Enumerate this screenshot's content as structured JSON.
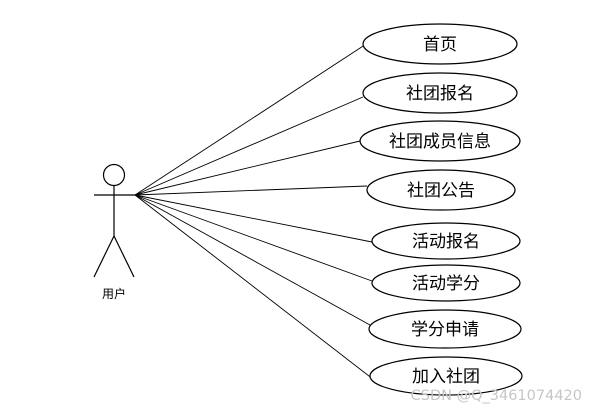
{
  "actor": {
    "label": "用户"
  },
  "use_cases": [
    {
      "label": "首页"
    },
    {
      "label": "社团报名"
    },
    {
      "label": "社团成员信息"
    },
    {
      "label": "社团公告"
    },
    {
      "label": "活动报名"
    },
    {
      "label": "活动学分"
    },
    {
      "label": "学分申请"
    },
    {
      "label": "加入社团"
    }
  ],
  "watermark": "CSDN @Q_3461074420"
}
